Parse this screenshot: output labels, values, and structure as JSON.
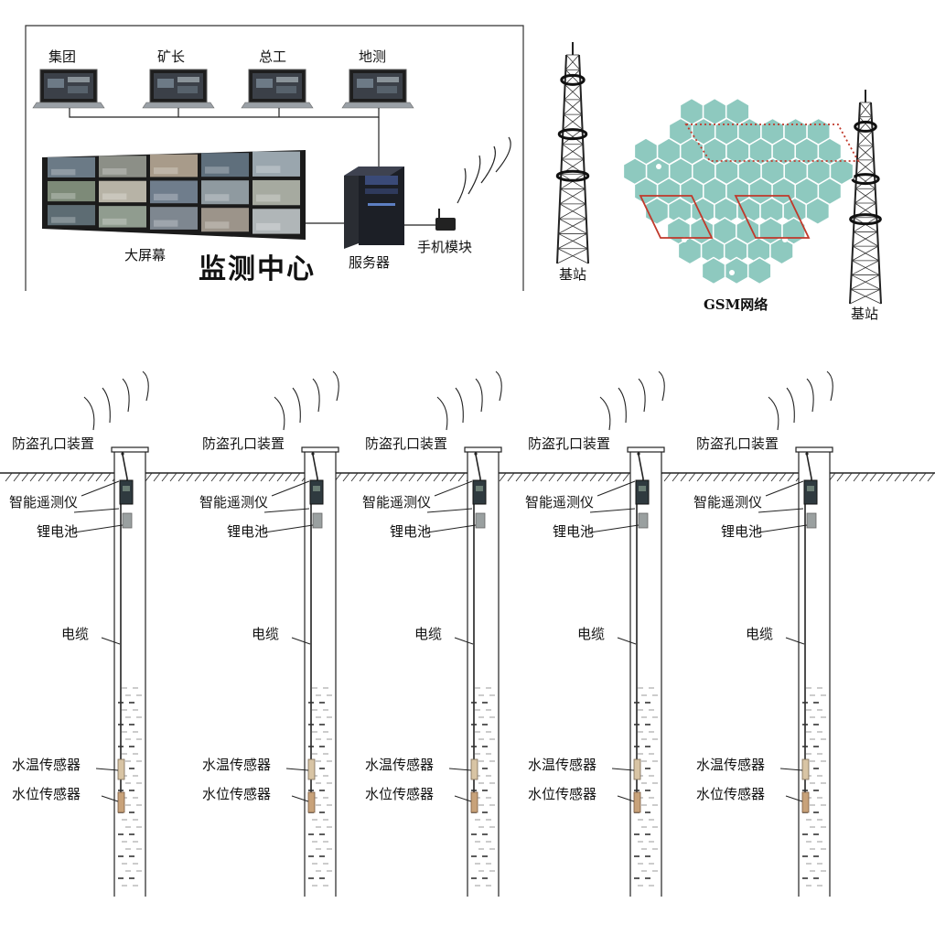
{
  "center": {
    "terminals": [
      "集团",
      "矿长",
      "总工",
      "地测"
    ],
    "big_screen": "大屏幕",
    "title": "监测中心",
    "server": "服务器",
    "modem": "手机模块"
  },
  "network": {
    "base_station_left": "基站",
    "base_station_right": "基站",
    "gsm_label": "GSM网络"
  },
  "well_labels": {
    "device": "防盗孔口装置",
    "telemeter": "智能遥测仪",
    "battery": "锂电池",
    "cable": "电缆",
    "temp_sensor": "水温传感器",
    "level_sensor": "水位传感器"
  },
  "colors": {
    "hex_fill": "#8ec9bf",
    "hex_stroke": "#ffffff",
    "cluster_line": "#c0392b",
    "line": "#222222",
    "sensor": "#c8a27a"
  },
  "well_count": 5
}
